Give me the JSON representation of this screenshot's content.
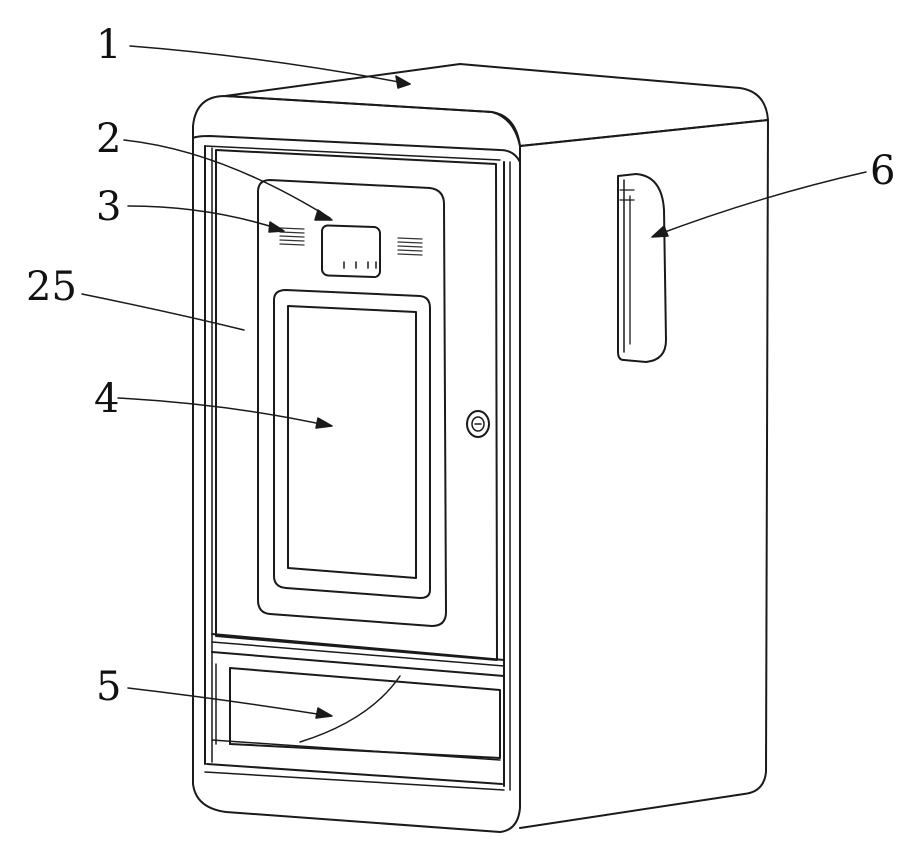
{
  "figure": {
    "labels": {
      "top_cover": "1",
      "camera": "2",
      "speaker": "3",
      "door": "25",
      "screen": "4",
      "tray": "5",
      "handle": "6"
    },
    "colors": {
      "line": "#1a1a1a",
      "background": "#ffffff",
      "grille": "#333333"
    }
  }
}
